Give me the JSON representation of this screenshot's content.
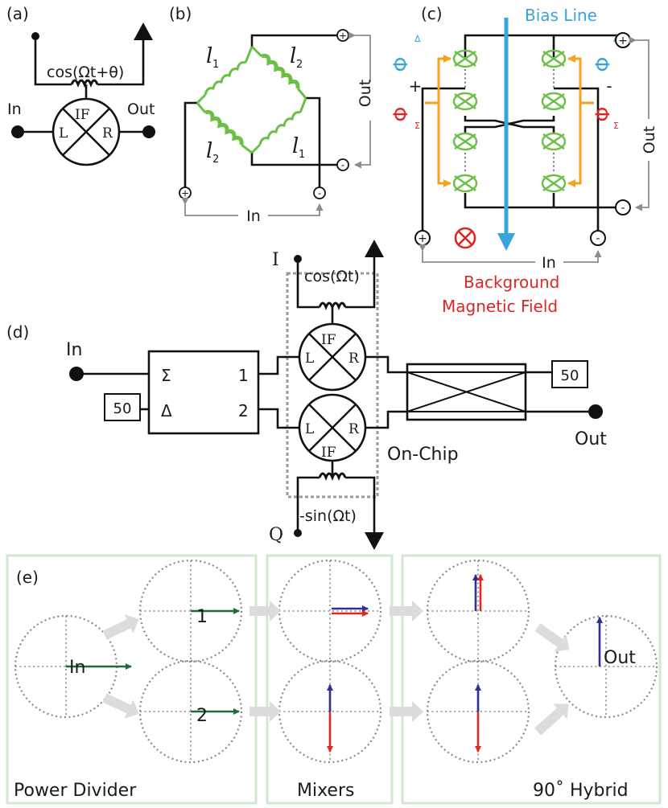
{
  "panels": {
    "a": "(a)",
    "b": "(b)",
    "c": "(c)",
    "d": "(d)",
    "e": "(e)"
  },
  "a": {
    "lo": "cos(Ωt+θ)",
    "in": "In",
    "out": "Out",
    "L": "L",
    "R": "R",
    "IF": "IF"
  },
  "b": {
    "l1a": "l",
    "l1a_sub": "1",
    "l2a": "l",
    "l2a_sub": "2",
    "l2b": "l",
    "l2b_sub": "2",
    "l1b": "l",
    "l1b_sub": "1",
    "plus_top": "+",
    "minus_mid": "-",
    "plus_in": "+",
    "minus_in": "-",
    "out": "Out",
    "in": "In"
  },
  "c": {
    "bias": "Bias Line",
    "out": "Out",
    "in": "In",
    "bg1": "Background",
    "bg2": "Magnetic Field",
    "phi_delta": "Φ",
    "delta_sub": "Δ",
    "phi_sigma": "Φ",
    "sigma_sub": "Σ",
    "plus": "+",
    "minus": "-"
  },
  "d": {
    "I": "I",
    "Q": "Q",
    "cos": "cos(Ωt)",
    "sin": "-sin(Ωt)",
    "in": "In",
    "out": "Out",
    "sigma": "Σ",
    "delta": "Δ",
    "port1": "1",
    "port2": "2",
    "r50a": "50",
    "r50b": "50",
    "onchip": "On-Chip",
    "L": "L",
    "R": "R",
    "IF": "IF"
  },
  "e": {
    "in": "In",
    "one": "1",
    "two": "2",
    "out": "Out",
    "power_divider": "Power Divider",
    "mixers": "Mixers",
    "hybrid": "90˚ Hybrid"
  },
  "colors": {
    "green_arrow": "#1f6b35",
    "blue_arrow": "#2e2e95",
    "red_arrow": "#e02525",
    "bias_line": "#3aa4dd",
    "background_field": "#e02525",
    "squid": "#6ac045",
    "flux_lines": "#f5a21c"
  }
}
